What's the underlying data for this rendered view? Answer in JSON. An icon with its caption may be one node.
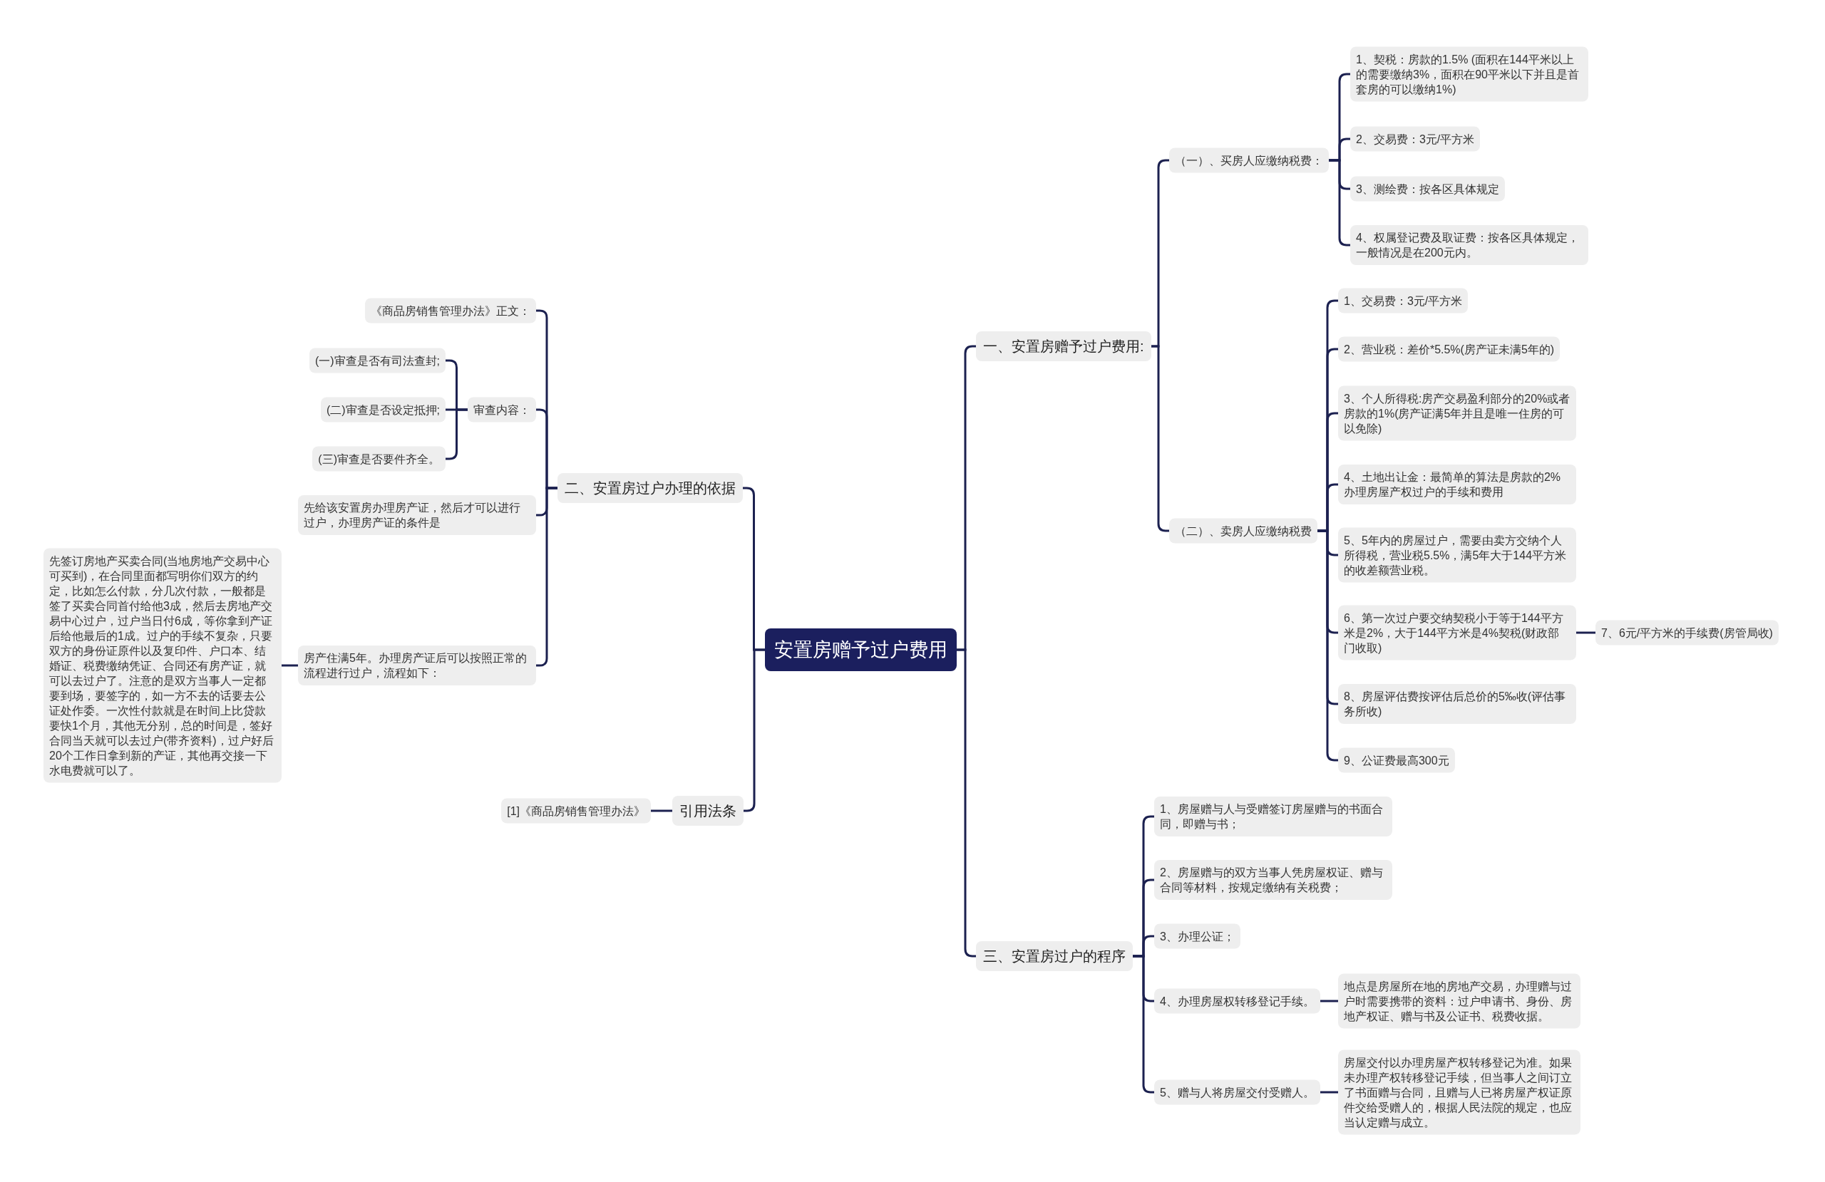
{
  "diagram": {
    "nodes": [
      {
        "text": [
          "安置房赠予过户费用"
        ]
      },
      {
        "text": [
          "一、安置房赠予过户费用:"
        ]
      },
      {
        "text": [
          "（一）、买房人应缴纳税费："
        ]
      },
      {
        "text": [
          "1、契税：房款的1.5% (面积在144平米以上的需要缴纳3%，面积在90平米以下并且是首套房的可以缴纳1%)"
        ]
      },
      {
        "text": [
          "2、交易费：3元/平方米"
        ]
      },
      {
        "text": [
          "3、测绘费：按各区具体规定"
        ]
      },
      {
        "text": [
          "4、权属登记费及取证费：按各区具体规定，一般情况是在200元内。"
        ]
      },
      {
        "text": [
          "（二）、卖房人应缴纳税费"
        ]
      },
      {
        "text": [
          "1、交易费：3元/平方米"
        ]
      },
      {
        "text": [
          "2、营业税：差价*5.5%(房产证未满5年的)"
        ]
      },
      {
        "text": [
          "3、个人所得税:房产交易盈利部分的20%或者房款的1%(房产证满5年并且是唯一住房的可以免除)"
        ]
      },
      {
        "text": [
          "4、土地出让金：最简单的算法是房款的2%办理房屋产权过户的手续和费用"
        ]
      },
      {
        "text": [
          "5、5年内的房屋过户，需要由卖方交纳个人所得税，营业税5.5%，满5年大于144平方米的收差额营业税。"
        ]
      },
      {
        "text": [
          "6、第一次过户要交纳契税小于等于144平方米是2%，大于144平方米是4%契税(财政部门收取)"
        ]
      },
      {
        "text": [
          "7、6元/平方米的手续费(房管局收)"
        ]
      },
      {
        "text": [
          "8、房屋评估费按评估后总价的5‰收(评估事务所收)"
        ]
      },
      {
        "text": [
          "9、公证费最高300元"
        ]
      },
      {
        "text": [
          "三、安置房过户的程序"
        ]
      },
      {
        "text": [
          "1、房屋赠与人与受赠签订房屋赠与的书面合同，即赠与书；"
        ]
      },
      {
        "text": [
          "2、房屋赠与的双方当事人凭房屋权证、赠与合同等材料，按规定缴纳有关税费；"
        ]
      },
      {
        "text": [
          "3、办理公证；"
        ]
      },
      {
        "text": [
          "4、办理房屋权转移登记手续。"
        ]
      },
      {
        "text": [
          "地点是房屋所在地的房地产交易，办理赠与过户时需要携带的资料：过户申请书、身份、房地产权证、赠与书及公证书、税费收据。"
        ]
      },
      {
        "text": [
          "5、赠与人将房屋交付受赠人。"
        ]
      },
      {
        "text": [
          "房屋交付以办理房屋产权转移登记为准。如果未办理产权转移登记手续，但当事人之间订立了书面赠与合同，且赠与人已将房屋产权证原件交给受赠人的，根据人民法院的规定，也应当认定赠与成立。"
        ]
      },
      {
        "text": [
          "二、安置房过户办理的依据"
        ]
      },
      {
        "text": [
          "《商品房销售管理办法》正文："
        ]
      },
      {
        "text": [
          "审查内容："
        ]
      },
      {
        "text": [
          "(一)审查是否有司法查封;"
        ]
      },
      {
        "text": [
          "(二)审查是否设定抵押;"
        ]
      },
      {
        "text": [
          "(三)审查是否要件齐全。"
        ]
      },
      {
        "text": [
          "先给该安置房办理房产证，然后才可以进行过户，办理房产证的条件是"
        ]
      },
      {
        "text": [
          "房产住满5年。办理房产证后可以按照正常的流程进行过户，流程如下："
        ]
      },
      {
        "text": [
          "先签订房地产买卖合同(当地房地产交易中心可买到)，在合同里面都写明你们双方的约定，比如怎么付款，分几次付款，一般都是签了买卖合同首付给他3成，然后去房地产交易中心过户，过户当日付6成，等你拿到产证后给他最后的1成。过户的手续不复杂，只要双方的身份证原件以及复印件、户口本、结婚证、税费缴纳凭证、合同还有房产证，就可以去过户了。注意的是双方当事人一定都要到场，要签字的，如一方不去的话要去公证处作委。一次性付款就是在时间上比贷款要快1个月，其他无分别，总的时间是，签好合同当天就可以去过户(带齐资料)，过户好后20个工作日拿到新的产证，其他再交接一下水电费就可以了。"
        ]
      },
      {
        "text": [
          "引用法条"
        ]
      },
      {
        "text": [
          "[1]《商品房销售管理办法》"
        ]
      }
    ],
    "edges": [
      {
        "from": 0,
        "to": 1,
        "arrow": "none"
      },
      {
        "from": 1,
        "to": 2,
        "arrow": "none"
      },
      {
        "from": 2,
        "to": 3,
        "arrow": "none"
      },
      {
        "from": 2,
        "to": 4,
        "arrow": "none"
      },
      {
        "from": 2,
        "to": 5,
        "arrow": "none"
      },
      {
        "from": 2,
        "to": 6,
        "arrow": "none"
      },
      {
        "from": 1,
        "to": 7,
        "arrow": "none"
      },
      {
        "from": 7,
        "to": 8,
        "arrow": "none"
      },
      {
        "from": 7,
        "to": 9,
        "arrow": "none"
      },
      {
        "from": 7,
        "to": 10,
        "arrow": "none"
      },
      {
        "from": 7,
        "to": 11,
        "arrow": "none"
      },
      {
        "from": 7,
        "to": 12,
        "arrow": "none"
      },
      {
        "from": 7,
        "to": 13,
        "arrow": "none"
      },
      {
        "from": 13,
        "to": 14,
        "arrow": "none"
      },
      {
        "from": 7,
        "to": 15,
        "arrow": "none"
      },
      {
        "from": 7,
        "to": 16,
        "arrow": "none"
      },
      {
        "from": 0,
        "to": 17,
        "arrow": "none"
      },
      {
        "from": 17,
        "to": 18,
        "arrow": "none"
      },
      {
        "from": 17,
        "to": 19,
        "arrow": "none"
      },
      {
        "from": 17,
        "to": 20,
        "arrow": "none"
      },
      {
        "from": 17,
        "to": 21,
        "arrow": "none"
      },
      {
        "from": 21,
        "to": 22,
        "arrow": "none"
      },
      {
        "from": 17,
        "to": 23,
        "arrow": "none"
      },
      {
        "from": 23,
        "to": 24,
        "arrow": "none"
      },
      {
        "from": 0,
        "to": 25,
        "arrow": "none"
      },
      {
        "from": 25,
        "to": 26,
        "arrow": "none"
      },
      {
        "from": 25,
        "to": 27,
        "arrow": "none"
      },
      {
        "from": 27,
        "to": 28,
        "arrow": "none"
      },
      {
        "from": 27,
        "to": 29,
        "arrow": "none"
      },
      {
        "from": 27,
        "to": 30,
        "arrow": "none"
      },
      {
        "from": 25,
        "to": 31,
        "arrow": "none"
      },
      {
        "from": 25,
        "to": 32,
        "arrow": "none"
      },
      {
        "from": 32,
        "to": 33,
        "arrow": "none"
      },
      {
        "from": 0,
        "to": 34,
        "arrow": "none"
      },
      {
        "from": 34,
        "to": 35,
        "arrow": "none"
      }
    ]
  }
}
